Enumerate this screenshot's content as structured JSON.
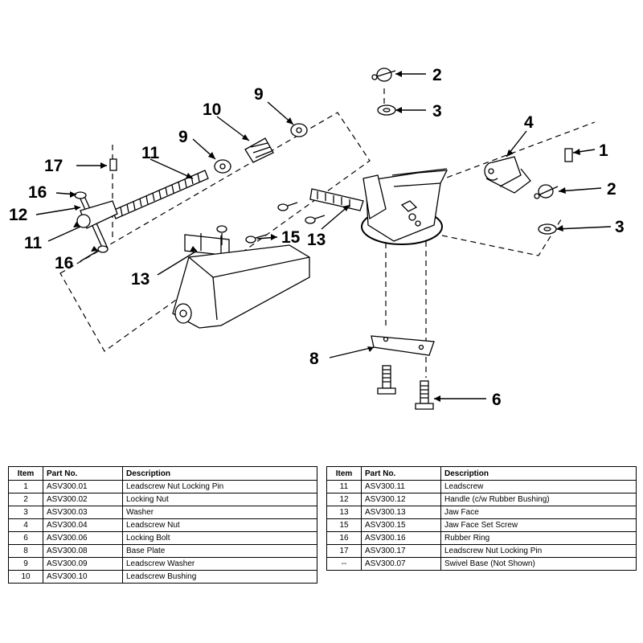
{
  "callouts": [
    "1",
    "2",
    "2",
    "3",
    "3",
    "4",
    "6",
    "8",
    "9",
    "9",
    "10",
    "11",
    "11",
    "12",
    "13",
    "13",
    "15",
    "16",
    "16",
    "17"
  ],
  "table_headers": {
    "item": "Item",
    "part_no": "Part No.",
    "description": "Description"
  },
  "parts_left": [
    {
      "item": "1",
      "part_no": "ASV300.01",
      "description": "Leadscrew Nut Locking Pin"
    },
    {
      "item": "2",
      "part_no": "ASV300.02",
      "description": "Locking Nut"
    },
    {
      "item": "3",
      "part_no": "ASV300.03",
      "description": "Washer"
    },
    {
      "item": "4",
      "part_no": "ASV300.04",
      "description": "Leadscrew Nut"
    },
    {
      "item": "6",
      "part_no": "ASV300.06",
      "description": "Locking Bolt"
    },
    {
      "item": "8",
      "part_no": "ASV300.08",
      "description": "Base Plate"
    },
    {
      "item": "9",
      "part_no": "ASV300.09",
      "description": "Leadscrew Washer"
    },
    {
      "item": "10",
      "part_no": "ASV300.10",
      "description": "Leadscrew Bushing"
    }
  ],
  "parts_right": [
    {
      "item": "11",
      "part_no": "ASV300.11",
      "description": "Leadscrew"
    },
    {
      "item": "12",
      "part_no": "ASV300.12",
      "description": "Handle (c/w Rubber Bushing)"
    },
    {
      "item": "13",
      "part_no": "ASV300.13",
      "description": "Jaw Face"
    },
    {
      "item": "15",
      "part_no": "ASV300.15",
      "description": "Jaw Face Set Screw"
    },
    {
      "item": "16",
      "part_no": "ASV300.16",
      "description": "Rubber Ring"
    },
    {
      "item": "17",
      "part_no": "ASV300.17",
      "description": "Leadscrew Nut Locking Pin"
    },
    {
      "item": "--",
      "part_no": "ASV300.07",
      "description": "Swivel Base (Not Shown)"
    }
  ]
}
